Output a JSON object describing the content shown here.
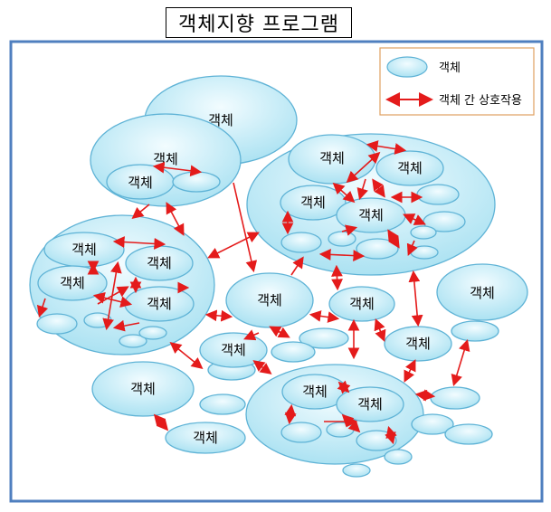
{
  "title": "객체지향 프로그램",
  "legend": {
    "object_label": "객체",
    "interaction_label": "객체 간 상호작용"
  },
  "object_label": "객체",
  "colors": {
    "frame": "#4f7fbf",
    "object_fill": "#c6eef8",
    "object_stroke": "#5fb3d6",
    "arrow": "#e41b1b",
    "legend_border": "#e0a060"
  }
}
